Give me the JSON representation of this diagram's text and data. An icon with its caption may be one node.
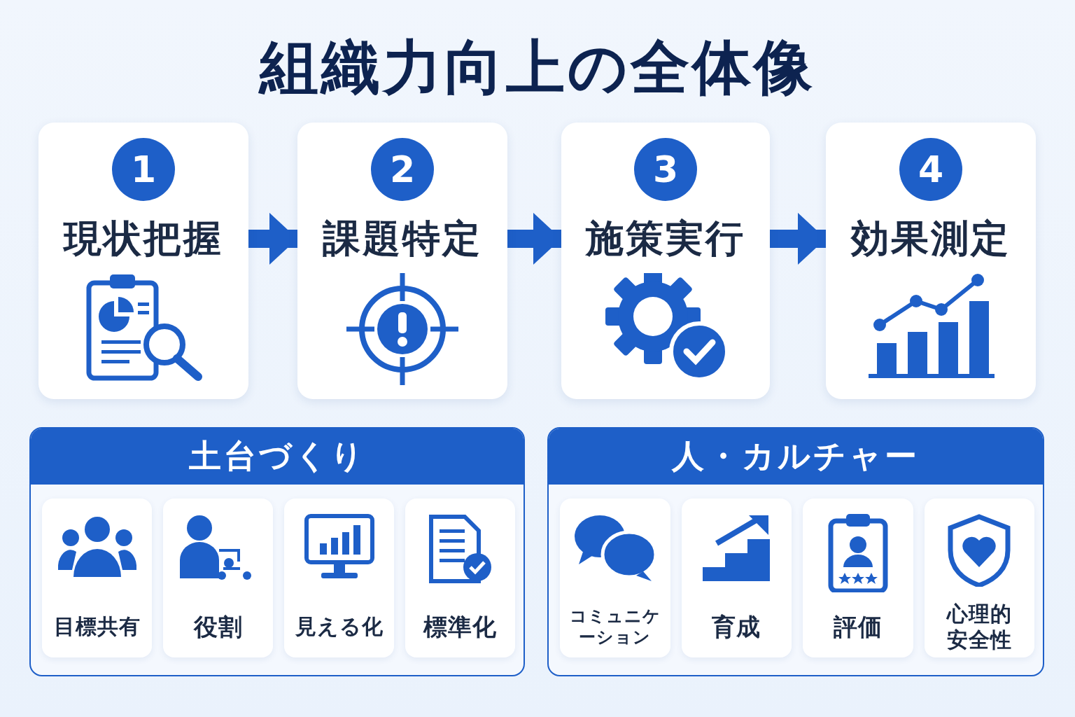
{
  "diagram": {
    "title": "組織力向上の全体像",
    "nodes": [
      {
        "text": [
          "1",
          "現状把握"
        ]
      },
      {
        "text": [
          "2",
          "課題特定"
        ]
      },
      {
        "text": [
          "3",
          "施策実行"
        ]
      },
      {
        "text": [
          "4",
          "効果測定"
        ]
      },
      {
        "text": [
          "土台づくり"
        ]
      },
      {
        "text": [
          "目標共有"
        ],
        "in": 4
      },
      {
        "text": [
          "役割"
        ],
        "in": 4
      },
      {
        "text": [
          "見える化"
        ],
        "in": 4
      },
      {
        "text": [
          "標準化"
        ],
        "in": 4
      },
      {
        "text": [
          "人・カルチャー"
        ]
      },
      {
        "text": [
          "コミュニケーション"
        ],
        "in": 9
      },
      {
        "text": [
          "育成"
        ],
        "in": 9
      },
      {
        "text": [
          "評価"
        ],
        "in": 9
      },
      {
        "text": [
          "心理的安全性"
        ],
        "in": 9
      }
    ],
    "edges": [
      {
        "from": 0,
        "to": 1,
        "arrow": "to"
      },
      {
        "from": 1,
        "to": 2,
        "arrow": "to"
      },
      {
        "from": 2,
        "to": 3,
        "arrow": "to"
      }
    ]
  }
}
